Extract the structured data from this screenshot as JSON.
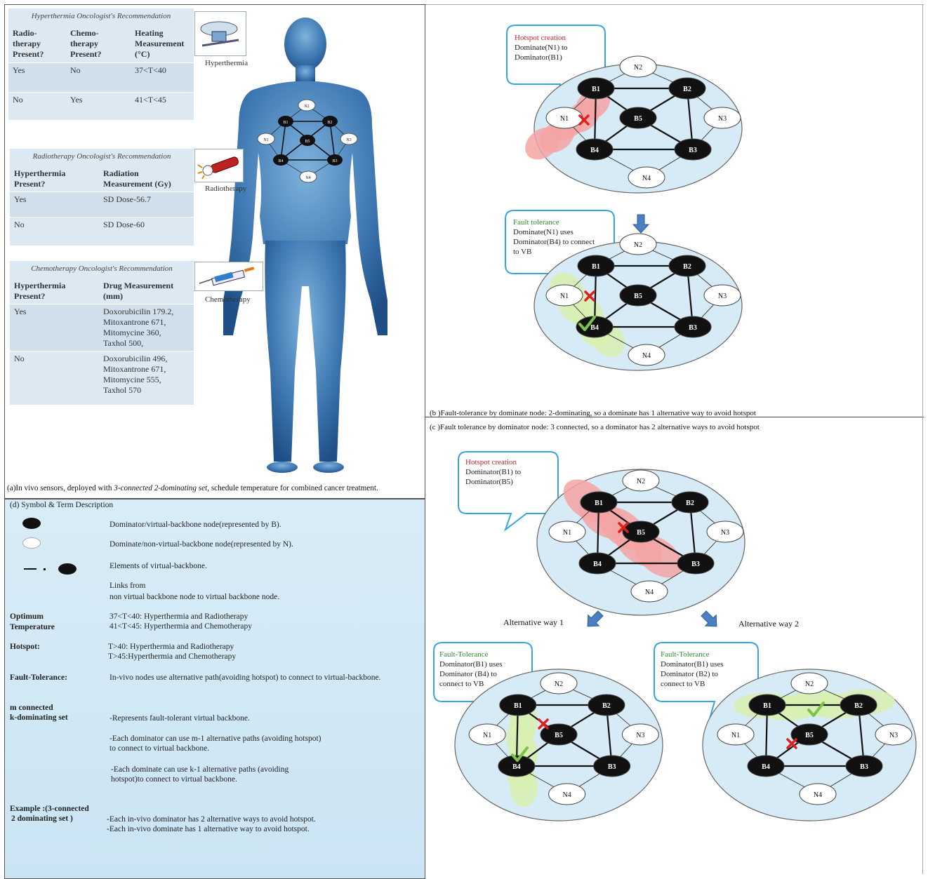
{
  "panel_a": {
    "caption_prefix": "(a)In vivo sensors, deployed with ",
    "caption_italic": "3-connected 2-dominating set",
    "caption_suffix": ", schedule temperature for combined cancer treatment.",
    "hyperthermia_table": {
      "title": "Hyperthermia Oncologist's Recommendation",
      "headers": [
        "Radio-therapy Present?",
        "Chemo-therapy Present?",
        "Heating Measurement (°C)"
      ],
      "rows": [
        [
          "Yes",
          "No",
          "37<T<40"
        ],
        [
          "No",
          "Yes",
          "41<T<45"
        ]
      ]
    },
    "radiotherapy_table": {
      "title": "Radiotherapy Oncologist's Recommendation",
      "headers": [
        "Hyperthermia Present?",
        "Radiation Measurement (Gy)"
      ],
      "rows": [
        [
          "Yes",
          "SD Dose-56.7"
        ],
        [
          "No",
          "SD Dose-60"
        ]
      ]
    },
    "chemotherapy_table": {
      "title": "Chemotherapy Oncologist's Recommendation",
      "headers": [
        "Hyperthermia Present?",
        "Drug Measurement (mm)"
      ],
      "rows": [
        [
          "Yes",
          "Doxorubicilin 179.2,\nMitoxantrone 671,\nMitomycine 360,\nTaxhol 500,"
        ],
        [
          "No",
          "Doxorubicilin 496,\nMitoxantrone 671,\nMitomycine 555,\nTaxhol 570"
        ]
      ]
    },
    "thumbnails": {
      "hyperthermia": "Hyperthermia",
      "radiotherapy": "Radiotherapy",
      "chemotherapy": "Chemotherapy"
    }
  },
  "panel_b": {
    "caption": "(b )Fault-tolerance by dominate node: 2-dominating,  so a dominate has 1 alternative way to avoid hotspot",
    "top_callout_title": "Hotspot creation",
    "top_callout_line1": "Dominate(N1) to",
    "top_callout_line2": "Dominator(B1)",
    "bottom_callout_title": "Fault tolerance",
    "bottom_callout_line1": "Dominate(N1) uses",
    "bottom_callout_line2": "Dominator(B4) to connect",
    "bottom_callout_line3": "to VB"
  },
  "panel_c": {
    "caption": "(c )Fault tolerance by dominator node: 3 connected,  so a dominator has 2 alternative ways to avoid hotspot",
    "top_callout_title": "Hotspot creation",
    "top_callout_line1": "Dominator(B1) to",
    "top_callout_line2": "Dominator(B5)",
    "alt1": "Alternative way 1",
    "alt2": "Alternative way 2",
    "left_callout_title": "Fault-Tolerance",
    "left_callout_line1": "Dominator(B1) uses",
    "left_callout_line2": "Dominator (B4) to",
    "left_callout_line3": "connect to VB",
    "right_callout_title": "Fault-Tolerance",
    "right_callout_line1": "Dominator(B1) uses",
    "right_callout_line2": "Dominator (B2) to",
    "right_callout_line3": "connect to VB"
  },
  "panel_d": {
    "title": "(d) Symbol & Term Description",
    "sym_dominator": "Dominator/virtual-backbone node(represented by B).",
    "sym_dominate": "Dominate/non-virtual-backbone node(represented by N).",
    "sym_vb": "Elements of virtual-backbone.",
    "sym_links_1": "Links from",
    "sym_links_2": "non virtual backbone node to  virtual backbone node.",
    "term_optimum_1": "Optimum",
    "term_optimum_2": "Temperature",
    "optimum_1": "37<T<40: Hyperthermia and Radiotherapy",
    "optimum_2": "41<T<45: Hyperthermia and Chemotherapy",
    "term_hotspot": "Hotspot:",
    "hotspot_1": "T>40: Hyperthermia and Radiotherapy",
    "hotspot_2": "T>45:Hyperthermia and Chemotherapy",
    "term_fault": "Fault-Tolerance:",
    "fault_desc": "In-vivo nodes use alternative path(avoiding hotspot) to connect to virtual-backbone.",
    "term_mk_1": "m connected",
    "term_mk_2": "k-dominating set",
    "mk_1": "-Represents fault-tolerant virtual backbone.",
    "mk_2a": "-Each dominator can use  m-1 alternative paths (avoiding hotspot)",
    "mk_2b": "to connect to virtual backbone.",
    "mk_3a": "-Each dominate can use  k-1 alternative paths (avoiding",
    "mk_3b": "hotspot)to connect to virtual backbone.",
    "term_ex_1": "Example :(3-connected",
    "term_ex_2": "2 dominating set )",
    "ex_1": "-Each in-vivo dominator has 2 alternative ways to avoid hotspot.",
    "ex_2": "-Each in-vivo dominate has 1 alternative way to avoid hotspot."
  },
  "graph_labels": {
    "B1": "B1",
    "B2": "B2",
    "B3": "B3",
    "B4": "B4",
    "B5": "B5",
    "N1": "N1",
    "N2": "N2",
    "N3": "N3",
    "N4": "N4"
  },
  "body_graph_labels": {
    "B1": "B1",
    "B2": "B2",
    "B3": "B3",
    "B4": "B4",
    "B5": "B5",
    "N1": "N1",
    "N2": "N2",
    "N3": "N3",
    "N4": "N4"
  },
  "colors": {
    "background_blue": "#d7ebf6",
    "dominator_fill": "#111111",
    "hotspot_red": "#f4a3a3",
    "tolerance_green": "#d8f0b0",
    "callout_border": "#35a6dd",
    "arrow_blue": "#4a7fc0",
    "cross_red": "#e0201c",
    "check_green": "#7cc24a"
  }
}
